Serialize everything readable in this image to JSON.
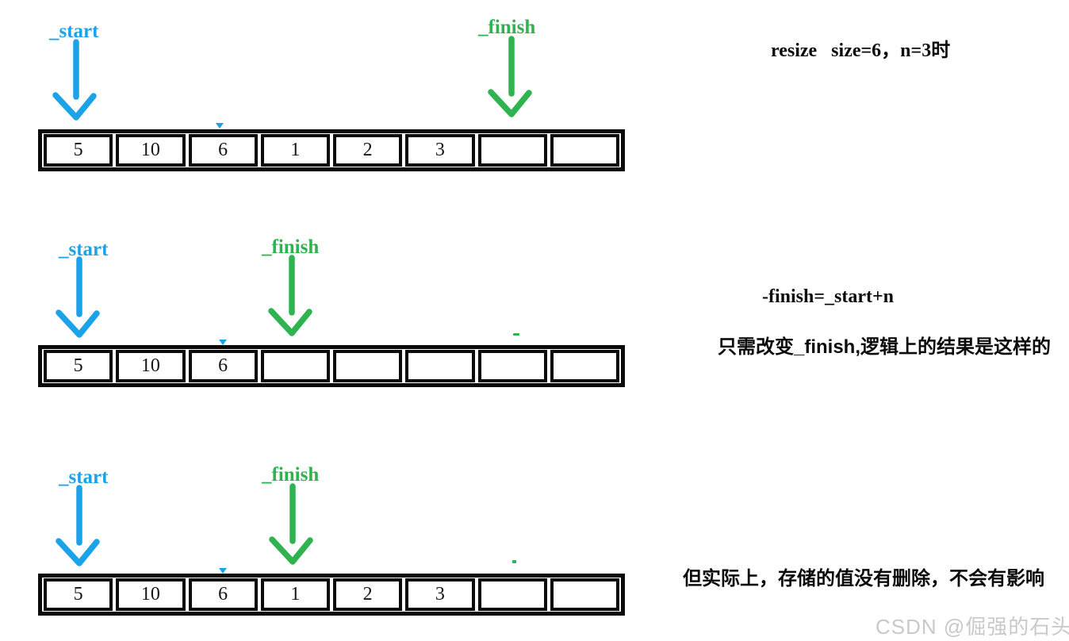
{
  "palette": {
    "blue": "#1ca2e8",
    "green": "#2fb350",
    "ink": "#0b0b0b",
    "muted": "#c9c9c9"
  },
  "labels": {
    "start": "_start",
    "finish": "_finish"
  },
  "annotations": {
    "title": "resize   size=6，n=3时",
    "formula": "-finish=_start+n",
    "note_logic": "只需改变_finish,逻辑上的结果是这样的",
    "note_actual": "但实际上，存储的值没有删除，不会有影响",
    "watermark": "CSDN @倔强的石头_"
  },
  "diagrams": [
    {
      "name": "before-resize",
      "cells": [
        "5",
        "10",
        "6",
        "1",
        "2",
        "3",
        "",
        ""
      ],
      "start_index": 0,
      "finish_index": 6
    },
    {
      "name": "after-resize-logical",
      "cells": [
        "5",
        "10",
        "6",
        "",
        "",
        "",
        "",
        ""
      ],
      "start_index": 0,
      "finish_index": 3
    },
    {
      "name": "actual-storage",
      "cells": [
        "5",
        "10",
        "6",
        "1",
        "2",
        "3",
        "",
        ""
      ],
      "start_index": 0,
      "finish_index": 3
    }
  ]
}
